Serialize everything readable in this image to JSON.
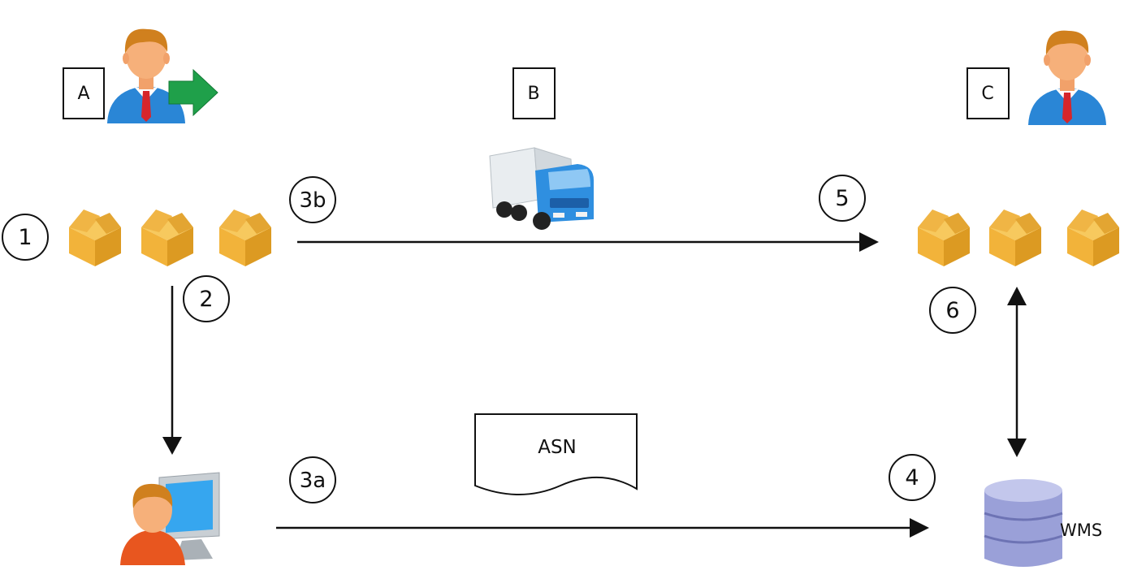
{
  "parties": {
    "a": "A",
    "b": "B",
    "c": "C"
  },
  "steps": {
    "s1": "1",
    "s2": "2",
    "s3a": "3a",
    "s3b": "3b",
    "s4": "4",
    "s5": "5",
    "s6": "6"
  },
  "document_label": "ASN",
  "system_label": "WMS",
  "icons": {
    "shipper": "person-with-arrow-icon",
    "truck": "truck-icon",
    "receiver": "person-icon",
    "computer_user": "person-at-computer-icon",
    "database": "database-icon",
    "box": "box-icon"
  },
  "colors": {
    "line": "#111111",
    "box": "#f5b73a",
    "box_dark": "#d8901c",
    "suit": "#2a86d6",
    "skin": "#f6b07a",
    "hair": "#d0801e",
    "tie": "#d6262b",
    "arrow_green": "#1fa04a",
    "truck_blue": "#2f8fe0",
    "db": "#9aa0d8"
  }
}
